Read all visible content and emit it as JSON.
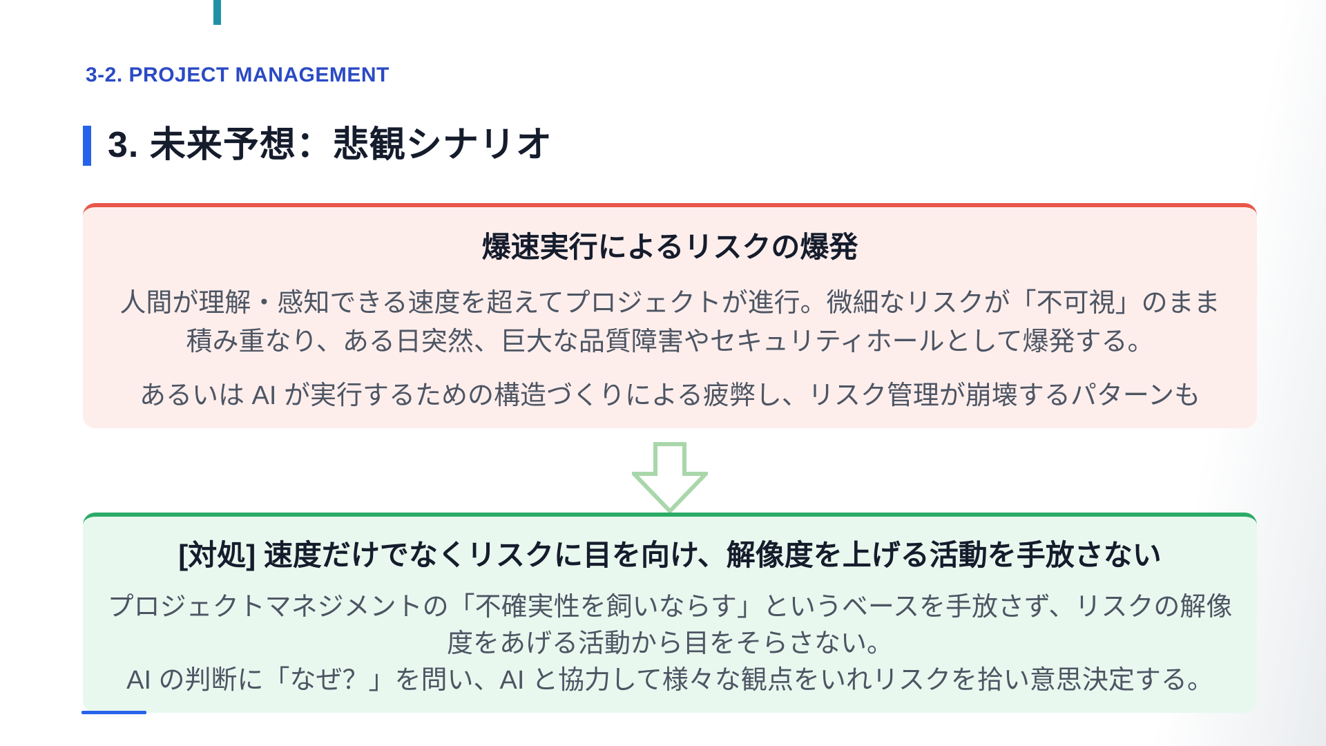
{
  "header": {
    "kicker": "3-2. PROJECT MANAGEMENT",
    "title": "3. 未来予想：悲観シナリオ"
  },
  "risk_card": {
    "title": "爆速実行によるリスクの爆発",
    "paragraph1": "人間が理解・感知できる速度を超えてプロジェクトが進行。微細なリスクが「不可視」のまま積み重なり、ある日突然、巨大な品質障害やセキュリティホールとして爆発する。",
    "paragraph2": "あるいは AI が実行するための構造づくりによる疲弊し、リスク管理が崩壊するパターンも"
  },
  "solution_card": {
    "title": "[対処] 速度だけでなくリスクに目を向け、解像度を上げる活動を手放さない",
    "paragraph1": "プロジェクトマネジメントの「不確実性を飼いならす」というベースを手放さず、リスクの解像度をあげる活動から目をそらさない。",
    "paragraph2": "AI の判断に「なぜ？」を問い、AI と協力して様々な観点をいれリスクを拾い意思決定する。"
  },
  "icons": {
    "down_arrow": "down-arrow-icon"
  },
  "colors": {
    "accent_blue": "#2b4ac4",
    "bar_blue": "#2563eb",
    "risk_border": "#e8564a",
    "risk_bg": "#fdeeec",
    "solution_border": "#2bab67",
    "solution_bg": "#e9f8ef",
    "arrow_stroke": "#a9d7ab",
    "text_dark": "#151c2c",
    "text_body": "#4d5563",
    "top_mark": "#1d92a6"
  }
}
